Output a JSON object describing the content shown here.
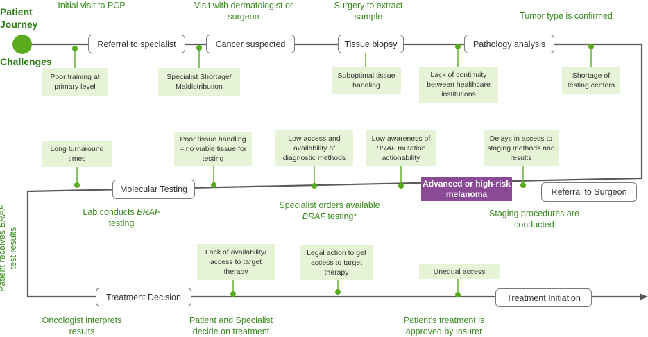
{
  "header": {
    "journey_title": "Patient Journey",
    "challenges_title": "Challenges"
  },
  "stages": {
    "referral": "Referral to specialist",
    "cancer_suspected": "Cancer suspected",
    "tissue_biopsy": "Tissue biopsy",
    "pathology": "Pathology analysis",
    "molecular": "Molecular Testing",
    "advanced": "Advanced or high-risk melanoma",
    "referral_surgeon": "Referral to Surgeon",
    "treatment_decision": "Treatment Decision",
    "treatment_initiation": "Treatment Initiation"
  },
  "events": {
    "initial_visit": "Initial visit to PCP",
    "visit_derm": "Visit with dermatologist or surgeon",
    "surgery": "Surgery to extract sample",
    "tumor_type": "Tumor type is confirmed",
    "lab_conducts_pre": "Lab conducts ",
    "lab_conducts_braf": "BRAF",
    "lab_conducts_post": " testing",
    "specialist_orders_pre": "Specialist orders available ",
    "specialist_orders_braf": "BRAF",
    "specialist_orders_post": " testing*",
    "staging": "Staging procedures are conducted",
    "patient_receives_pre": "Patient receives ",
    "patient_receives_braf": "BRAF",
    "patient_receives_post": " test results",
    "oncologist": "Oncologist interprets results",
    "patient_specialist": "Patient and Specialist decide on treatment",
    "treatment_approved": "Patient’s treatment is approved by insurer"
  },
  "challenges": {
    "poor_training": "Poor training at primary level",
    "specialist_shortage": "Specialist Shortage/ Maldistribution",
    "suboptimal_tissue": "Suboptimal tissue handling",
    "lack_continuity": "Lack of continuity between healthcare institutions",
    "shortage_testing": "Shortage of testing centers",
    "long_turnaround": "Long turnaround times",
    "poor_tissue": "Poor tissue handling = no viable tissue for testing",
    "low_access": "Low access and availability of diagnostic methods",
    "low_awareness_pre": "Low awareness of ",
    "low_awareness_braf": "BRAF",
    "low_awareness_post": " mutation actionability",
    "delays_access": "Delays in access to staging methods and results",
    "lack_availability": "Lack of availability/ access to target therapy",
    "legal_action": "Legal action to get access to target therapy",
    "unequal_access": "Unequal access"
  },
  "colors": {
    "green": "#3a8a1f",
    "light_green": "#e7f3d6",
    "dot_green": "#5aaa1e",
    "purple": "#8a4a96",
    "line": "#5a5a5a"
  }
}
